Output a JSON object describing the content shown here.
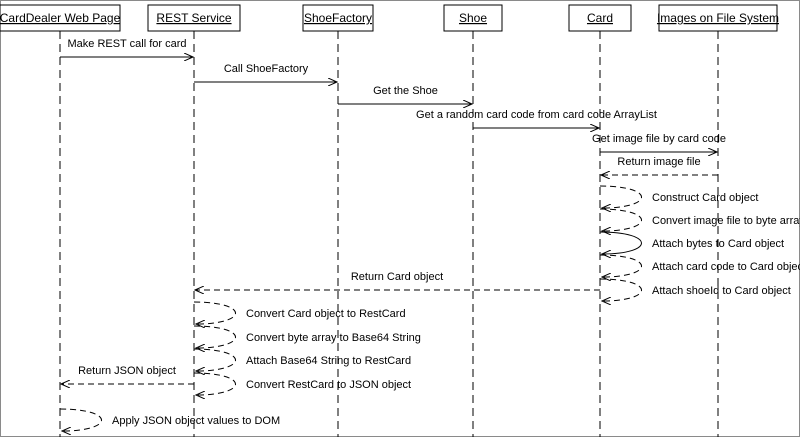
{
  "diagram": {
    "participants": [
      {
        "id": "page",
        "label": "CardDealer Web Page"
      },
      {
        "id": "rest",
        "label": "REST Service"
      },
      {
        "id": "factory",
        "label": "ShoeFactory"
      },
      {
        "id": "shoe",
        "label": "Shoe"
      },
      {
        "id": "card",
        "label": "Card"
      },
      {
        "id": "images",
        "label": "Images on File System"
      }
    ],
    "messages": [
      {
        "from": "page",
        "to": "rest",
        "label": "Make REST call for card",
        "style": "solid"
      },
      {
        "from": "rest",
        "to": "factory",
        "label": "Call ShoeFactory",
        "style": "solid"
      },
      {
        "from": "factory",
        "to": "shoe",
        "label": "Get the Shoe",
        "style": "solid"
      },
      {
        "from": "shoe",
        "to": "card",
        "label": "Get a random card code from card code ArrayList",
        "style": "solid"
      },
      {
        "from": "card",
        "to": "images",
        "label": "Get image file by card code",
        "style": "solid"
      },
      {
        "from": "images",
        "to": "card",
        "label": "Return image file",
        "style": "dashed"
      },
      {
        "from": "card",
        "to": "card",
        "label": "Construct Card object",
        "style": "dashed"
      },
      {
        "from": "card",
        "to": "card",
        "label": "Convert image file to byte array",
        "style": "dashed"
      },
      {
        "from": "card",
        "to": "card",
        "label": "Attach bytes to Card object",
        "style": "solid"
      },
      {
        "from": "card",
        "to": "card",
        "label": "Attach card code to Card object",
        "style": "dashed"
      },
      {
        "from": "card",
        "to": "card",
        "label": "Attach shoeId to Card object",
        "style": "dashed"
      },
      {
        "from": "card",
        "to": "rest",
        "label": "Return Card object",
        "style": "dashed"
      },
      {
        "from": "rest",
        "to": "rest",
        "label": "Convert Card object to RestCard",
        "style": "dashed"
      },
      {
        "from": "rest",
        "to": "rest",
        "label": "Convert byte array to Base64 String",
        "style": "dashed"
      },
      {
        "from": "rest",
        "to": "rest",
        "label": "Attach Base64 String to RestCard",
        "style": "dashed"
      },
      {
        "from": "rest",
        "to": "rest",
        "label": "Convert RestCard to JSON object",
        "style": "dashed"
      },
      {
        "from": "rest",
        "to": "page",
        "label": "Return JSON object",
        "style": "dashed"
      },
      {
        "from": "page",
        "to": "page",
        "label": "Apply JSON object values to DOM",
        "style": "dashed"
      }
    ]
  }
}
